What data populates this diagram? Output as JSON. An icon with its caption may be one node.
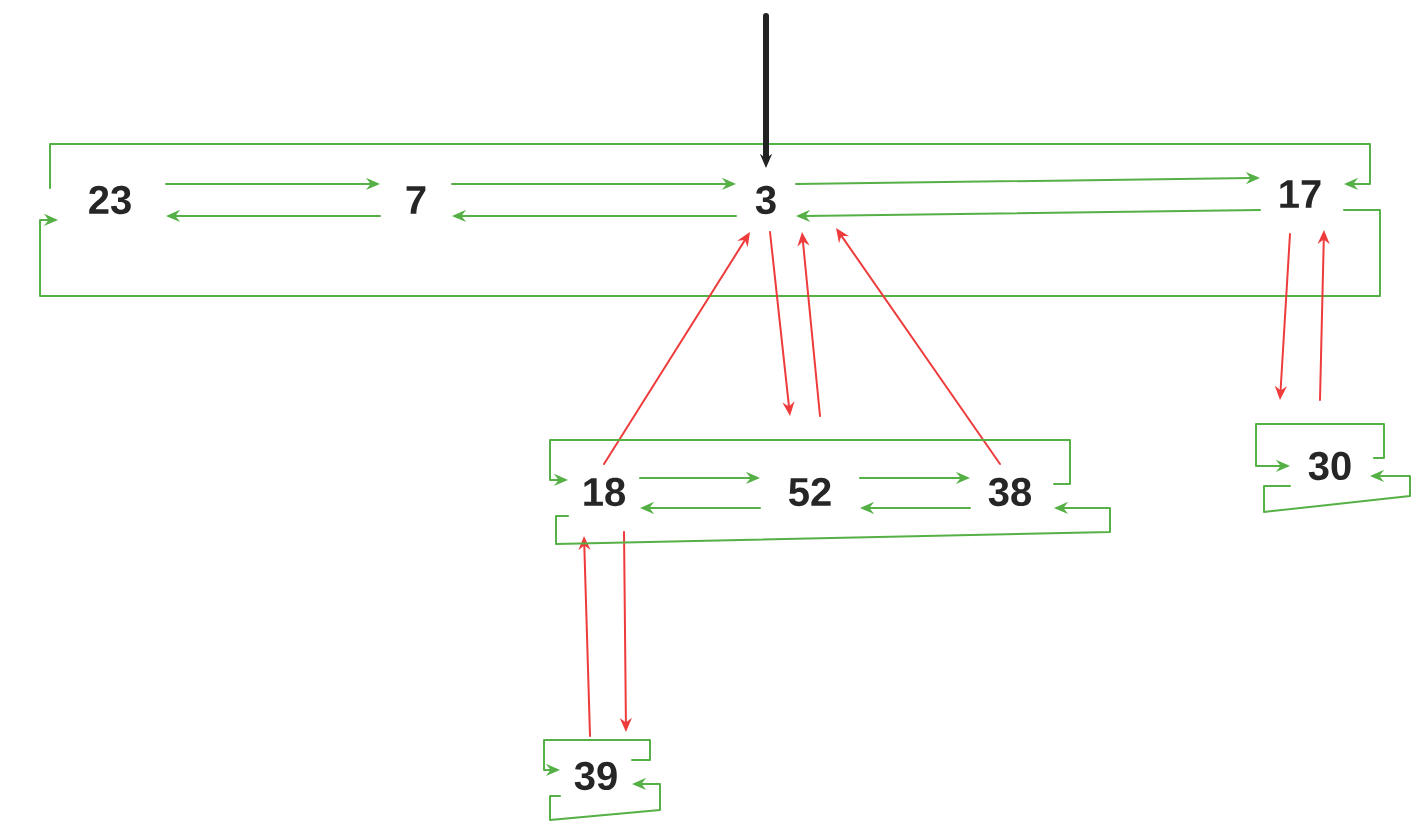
{
  "diagram": {
    "nodes": [
      {
        "text": [
          "23"
        ]
      },
      {
        "text": [
          "7"
        ]
      },
      {
        "text": [
          "3"
        ]
      },
      {
        "text": [
          "17"
        ]
      },
      {
        "text": [
          "18"
        ]
      },
      {
        "text": [
          "52"
        ]
      },
      {
        "text": [
          "38"
        ]
      },
      {
        "text": [
          "30"
        ]
      },
      {
        "text": [
          "39"
        ]
      }
    ],
    "edges": [
      {
        "from": 0,
        "to": 1,
        "arrow": "to"
      },
      {
        "from": 1,
        "to": 0,
        "arrow": "to"
      },
      {
        "from": 1,
        "to": 2,
        "arrow": "to"
      },
      {
        "from": 2,
        "to": 1,
        "arrow": "to"
      },
      {
        "from": 2,
        "to": 3,
        "arrow": "to"
      },
      {
        "from": 3,
        "to": 2,
        "arrow": "to"
      },
      {
        "from": 0,
        "to": 3,
        "arrow": "to"
      },
      {
        "from": 3,
        "to": 0,
        "arrow": "to"
      },
      {
        "from": null,
        "to": 2,
        "arrow": "to",
        "style": "thick",
        "color": "#222222"
      },
      {
        "from": 4,
        "to": 2,
        "arrow": "to",
        "color": "#ee3b3b"
      },
      {
        "from": 2,
        "to": 5,
        "arrow": "to",
        "color": "#ee3b3b"
      },
      {
        "from": 5,
        "to": 2,
        "arrow": "to",
        "color": "#ee3b3b"
      },
      {
        "from": 6,
        "to": 2,
        "arrow": "to",
        "color": "#ee3b3b"
      },
      {
        "from": 3,
        "to": 7,
        "arrow": "to",
        "color": "#ee3b3b"
      },
      {
        "from": 7,
        "to": 3,
        "arrow": "to",
        "color": "#ee3b3b"
      },
      {
        "from": 8,
        "to": 4,
        "arrow": "to",
        "color": "#ee3b3b"
      },
      {
        "from": 4,
        "to": 8,
        "arrow": "to",
        "color": "#ee3b3b"
      },
      {
        "from": 4,
        "to": 5,
        "arrow": "to"
      },
      {
        "from": 5,
        "to": 4,
        "arrow": "to"
      },
      {
        "from": 5,
        "to": 6,
        "arrow": "to"
      },
      {
        "from": 6,
        "to": 5,
        "arrow": "to"
      },
      {
        "from": 6,
        "to": 4,
        "arrow": "to"
      },
      {
        "from": 4,
        "to": 6,
        "arrow": "to"
      },
      {
        "from": 7,
        "to": 7,
        "arrow": "to"
      },
      {
        "from": 7,
        "to": 7,
        "arrow": "to"
      },
      {
        "from": 8,
        "to": 8,
        "arrow": "to"
      },
      {
        "from": 8,
        "to": 8,
        "arrow": "to"
      }
    ]
  }
}
